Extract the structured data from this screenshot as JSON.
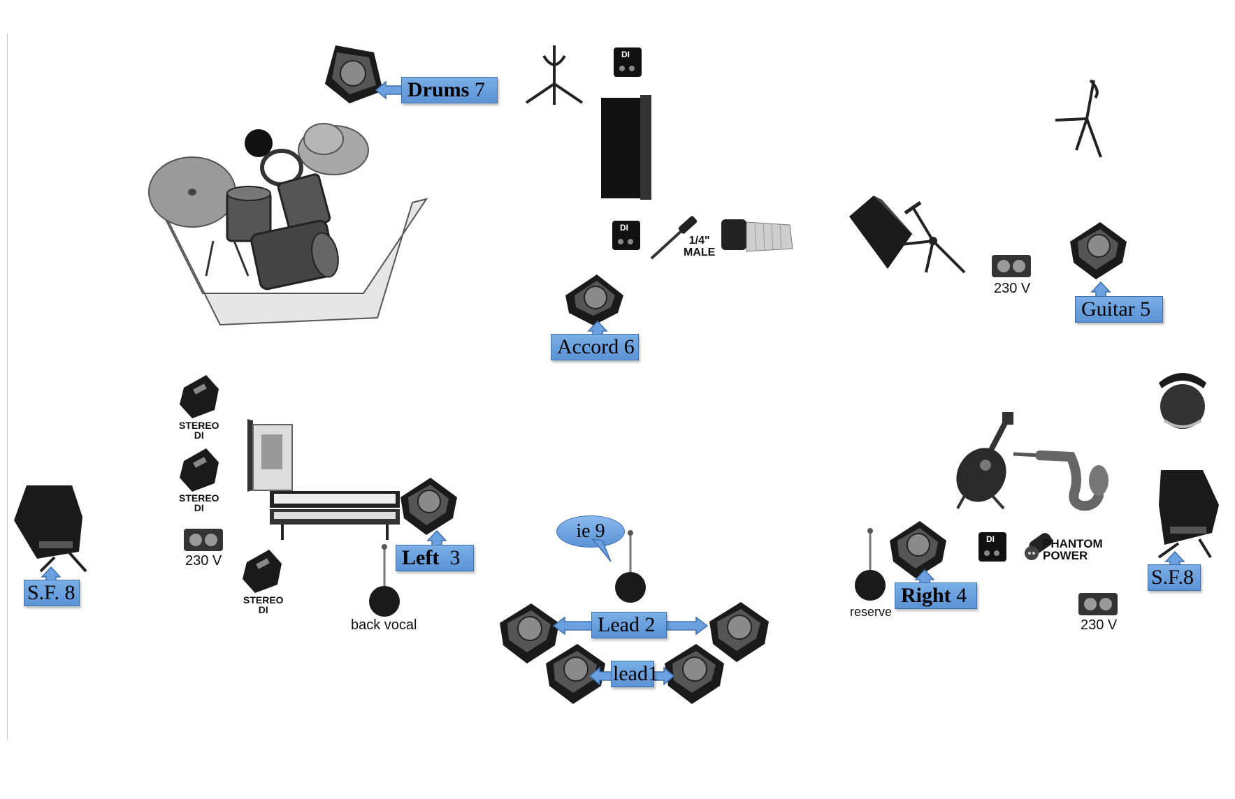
{
  "callouts": {
    "drums": {
      "name": "Drums",
      "num": "7"
    },
    "accord": {
      "label": "Accord 6"
    },
    "guitar": {
      "label": "Guitar 5"
    },
    "left": {
      "name": "Left",
      "num": "3"
    },
    "right": {
      "name": "Right",
      "num": "4"
    },
    "sf_left": {
      "label": "S.F. 8"
    },
    "sf_right": {
      "label": "S.F.8"
    },
    "lead2": {
      "label": "Lead 2"
    },
    "lead1": {
      "label": "lead1"
    },
    "ie9": {
      "label": "ie 9"
    }
  },
  "labels": {
    "stereo_di": "STEREO\nDI",
    "v230": "230 V",
    "back_vocal": "back vocal",
    "reserve": "reserve",
    "quarter_inch": "1/4\"\nMALE",
    "phantom": "PHANTOM\nPOWER",
    "di": "DI"
  },
  "colors": {
    "callout_fill": "#6aa1de",
    "callout_border": "#3f6fae",
    "equipment": "#1a1a1a",
    "riser": "#e6e6e6"
  }
}
